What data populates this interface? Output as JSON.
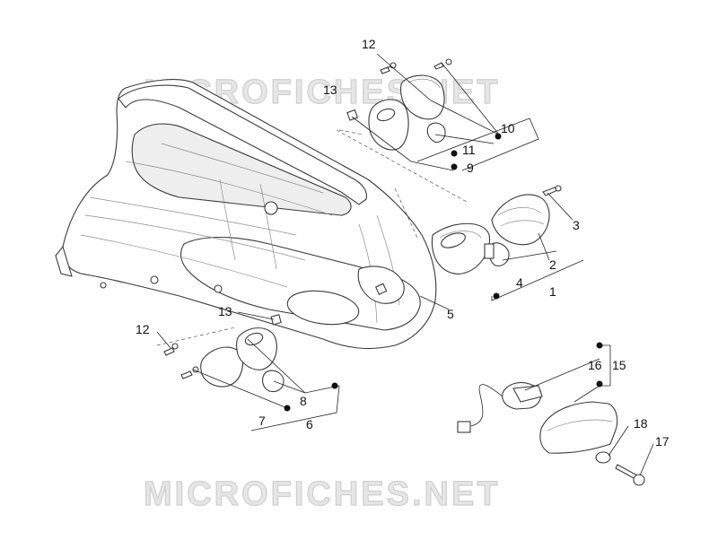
{
  "watermark": {
    "text_top": "MICROFICHES.NET",
    "text_bottom": "MICROFICHES.NET"
  },
  "callouts": {
    "c1": "1",
    "c2": "2",
    "c3": "3",
    "c4": "4",
    "c5": "5",
    "c6": "6",
    "c7": "7",
    "c8": "8",
    "c9": "9",
    "c10": "10",
    "c11": "11",
    "c12a": "12",
    "c12b": "12",
    "c13a": "13",
    "c13b": "13",
    "c15": "15",
    "c16": "16",
    "c17": "17",
    "c18": "18"
  },
  "colors": {
    "line": "#3a3a3a",
    "watermark": "#e6e6e6"
  }
}
